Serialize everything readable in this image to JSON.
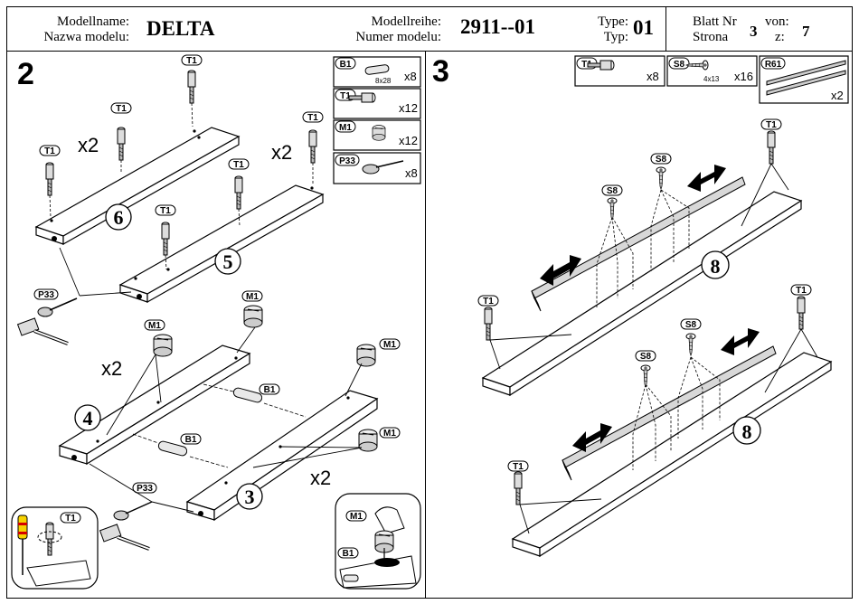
{
  "header": {
    "model_name_label_de": "Modellname:",
    "model_name_label_pl": "Nazwa modelu:",
    "model_name": "DELTA",
    "series_label_de": "Modellreihe:",
    "series_label_pl": "Numer modelu:",
    "series_number": "2911--01",
    "type_label_de": "Type:",
    "type_label_pl": "Typ:",
    "type_value": "01",
    "sheet_label_de": "Blatt Nr",
    "sheet_label_pl": "Strona",
    "sheet_number": "3",
    "of_label_de": "von:",
    "of_label_pl": "z:",
    "sheet_total": "7"
  },
  "step2": {
    "number": "2",
    "parts": [
      {
        "code": "B1",
        "size": "8x28",
        "qty": "x8",
        "icon": "dowel-icon"
      },
      {
        "code": "T1",
        "size": "",
        "qty": "x12",
        "icon": "cam-bolt-icon"
      },
      {
        "code": "M1",
        "size": "",
        "qty": "x12",
        "icon": "cam-lock-icon"
      },
      {
        "code": "P33",
        "size": "",
        "qty": "x8",
        "icon": "glide-nail-icon"
      }
    ],
    "callouts": {
      "t1": "T1",
      "m1": "M1",
      "b1": "B1",
      "p33": "P33",
      "x2": "x2",
      "board_6": "6",
      "board_5": "5",
      "board_4": "4",
      "board_3": "3"
    }
  },
  "step3": {
    "number": "3",
    "parts": [
      {
        "code": "T1",
        "size": "",
        "qty": "x8",
        "icon": "cam-bolt-icon"
      },
      {
        "code": "S8",
        "size": "4x13",
        "qty": "x16",
        "icon": "screw-icon"
      },
      {
        "code": "R61",
        "size": "",
        "qty": "x2",
        "icon": "drawer-runner-icon"
      }
    ],
    "callouts": {
      "t1": "T1",
      "s8": "S8",
      "board_8": "8"
    }
  }
}
